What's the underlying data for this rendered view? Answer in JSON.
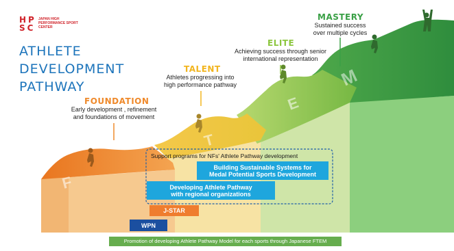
{
  "logo": {
    "letters": "HP SC",
    "name": "JAPAN HIGH PERFORMANCE SPORT CENTER"
  },
  "title": {
    "line1": "ATHLETE",
    "line2": "DEVELOPMENT",
    "line3": "PATHWAY"
  },
  "stages": {
    "foundation": {
      "title": "FOUNDATION",
      "desc1": "Early development , refinement",
      "desc2": "and foundations of movement",
      "letter": "F",
      "color": "#ef8a2c"
    },
    "talent": {
      "title": "TALENT",
      "desc1": "Athletes progressing into",
      "desc2": "high performance pathway",
      "letter": "T",
      "color": "#f2b51f"
    },
    "elite": {
      "title": "ELITE",
      "desc1": "Achieving success through senior",
      "desc2": "international representation",
      "letter": "E",
      "color": "#8cc63f"
    },
    "mastery": {
      "title": "MASTERY",
      "desc1": "Sustained success",
      "desc2": "over multiple cycles",
      "letter": "M",
      "color": "#3aa046"
    }
  },
  "support": {
    "label": "Support programs for NFs' Athlete Pathway development",
    "border_color": "#1f5fa8"
  },
  "programs": {
    "systems": {
      "line1": "Building Sustainable Systems for",
      "line2": "Medal Potential Sports Development",
      "color": "#1ea6dd"
    },
    "regional": {
      "line1": "Developing Athlete Pathway",
      "line2": "with regional organizations",
      "color": "#1ea6dd"
    },
    "jstar": {
      "label": "J-STAR",
      "color": "#ef7d2e"
    },
    "wpn": {
      "label": "WPN",
      "color": "#1b4fa0"
    }
  },
  "ftem": {
    "label": "Promotion of developing Athlete Pathway Model for each sports through Japanese FTEM",
    "color": "#66ad4e"
  }
}
